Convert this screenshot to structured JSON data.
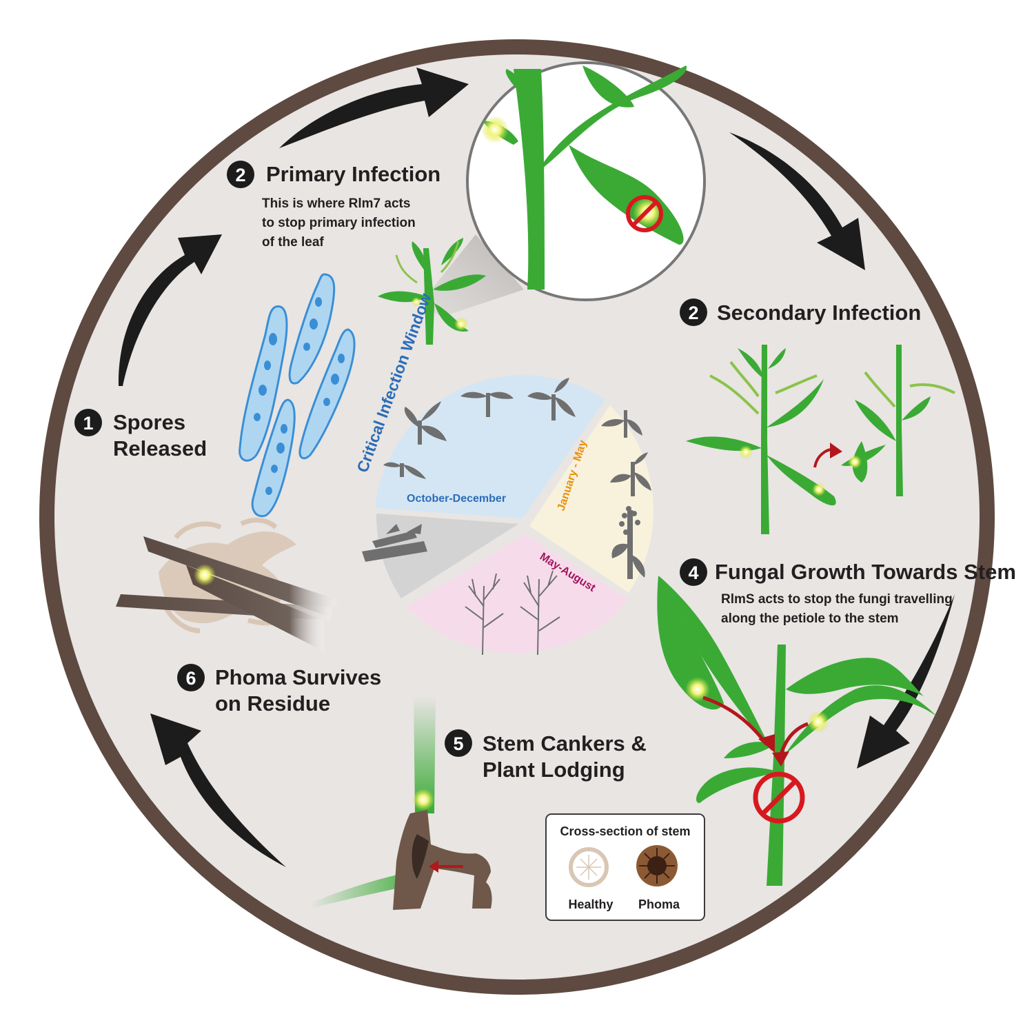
{
  "colors": {
    "ring": "#5e4a40",
    "background": "#e8e5e3",
    "plant_green": "#3aaa35",
    "spore_blue": "#3a8ed6",
    "spore_fill": "#aed6f1",
    "stop_red": "#d7191f",
    "arrow_red": "#b3171c",
    "arrow_black": "#1c1c1c",
    "window_title": "#2b6cb8",
    "seg_oct_dec": "#d4e6f4",
    "seg_jan_may": "#f8f2dd",
    "seg_may_aug": "#f6dcea",
    "seg_residue": "#d3d3d3",
    "label_oct_dec": "#2b6cb8",
    "label_jan_may": "#e8900c",
    "label_may_aug": "#a3155f"
  },
  "steps": {
    "spores": {
      "number": "1",
      "title_line1": "Spores",
      "title_line2": "Released"
    },
    "primary": {
      "number": "2",
      "title": "Primary Infection",
      "note_line1": "This is where Rlm7 acts",
      "note_line2": "to stop primary infection",
      "note_line3": "of the leaf"
    },
    "secondary": {
      "number": "2",
      "title": "Secondary Infection"
    },
    "fungal": {
      "number": "4",
      "title": "Fungal Growth Towards Stem",
      "note_line1": "RlmS acts to stop the fungi travelling",
      "note_line2": "along the petiole to the stem"
    },
    "cankers": {
      "number": "5",
      "title_line1": "Stem Cankers &",
      "title_line2": "Plant Lodging"
    },
    "residue": {
      "number": "6",
      "title_line1": "Phoma Survives",
      "title_line2": "on Residue"
    }
  },
  "infection_window": {
    "title": "Critical Infection Window",
    "segments": {
      "oct_dec": "October-December",
      "jan_may": "January - May",
      "may_aug": "May-August"
    }
  },
  "legend": {
    "title": "Cross-section of stem",
    "healthy": "Healthy",
    "phoma": "Phoma"
  },
  "icons": [
    "cycle-arrow-icon",
    "spore-icon",
    "magnifier-icon",
    "stop-sign-icon",
    "infection-spot-icon",
    "plant-icon",
    "stubble-icon",
    "stem-cross-section-icon"
  ]
}
